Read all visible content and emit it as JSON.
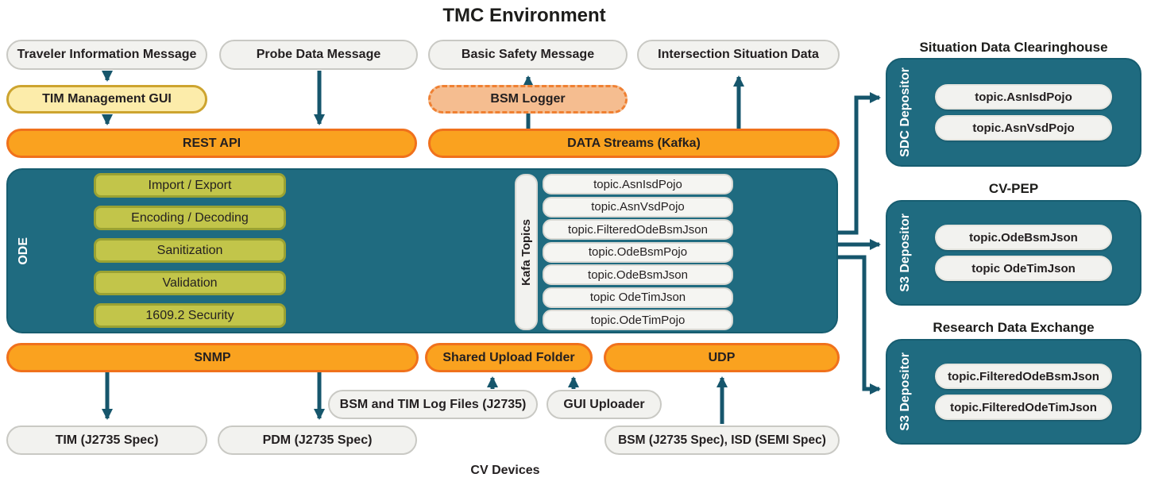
{
  "title": "TMC Environment",
  "top_messages": {
    "tim": "Traveler Information Message",
    "pdm": "Probe Data Message",
    "bsm": "Basic Safety Message",
    "isd": "Intersection Situation Data"
  },
  "gui": {
    "tim_management": "TIM Management GUI",
    "bsm_logger": "BSM Logger"
  },
  "interfaces": {
    "rest_api": "REST API",
    "data_streams": "DATA Streams (Kafka)",
    "snmp": "SNMP",
    "shared_upload_folder": "Shared Upload Folder",
    "udp": "UDP"
  },
  "ode": {
    "label": "ODE",
    "functions": [
      "Import / Export",
      "Encoding / Decoding",
      "Sanitization",
      "Validation",
      "1609.2 Security"
    ],
    "kafka_label": "Kafa Topics",
    "topics": [
      "topic.AsnIsdPojo",
      "topic.AsnVsdPojo",
      "topic.FilteredOdeBsmJson",
      "topic.OdeBsmPojo",
      "topic.OdeBsmJson",
      "topic OdeTimJson",
      "topic.OdeTimPojo"
    ]
  },
  "uploads": {
    "log_files": "BSM and TIM Log Files (J2735)",
    "gui_uploader": "GUI Uploader"
  },
  "devices": {
    "tim": "TIM (J2735 Spec)",
    "pdm": "PDM (J2735 Spec)",
    "bsm_isd": "BSM (J2735 Spec), ISD (SEMI Spec)",
    "caption": "CV Devices"
  },
  "panels": [
    {
      "title": "Situation Data Clearinghouse",
      "depositor": "SDC Depositor",
      "topics": [
        "topic.AsnIsdPojo",
        "topic.AsnVsdPojo"
      ]
    },
    {
      "title": "CV-PEP",
      "depositor": "S3 Depositor",
      "topics": [
        "topic.OdeBsmJson",
        "topic OdeTimJson"
      ]
    },
    {
      "title": "Research Data Exchange",
      "depositor": "S3 Depositor",
      "topics": [
        "topic.FilteredOdeBsmJson",
        "topic.FilteredOdeTimJson"
      ]
    }
  ],
  "colors": {
    "teal": "#1f6b80",
    "arrow": "#16566c",
    "orange": "#faa21f",
    "orange_border": "#f0711c",
    "olive": "#c2c54a",
    "yellow": "#fcecaa",
    "peach": "#f5bd90",
    "peach_border": "#ef8032",
    "pill_gray": "#f2f2ef",
    "text": "#231f20"
  }
}
